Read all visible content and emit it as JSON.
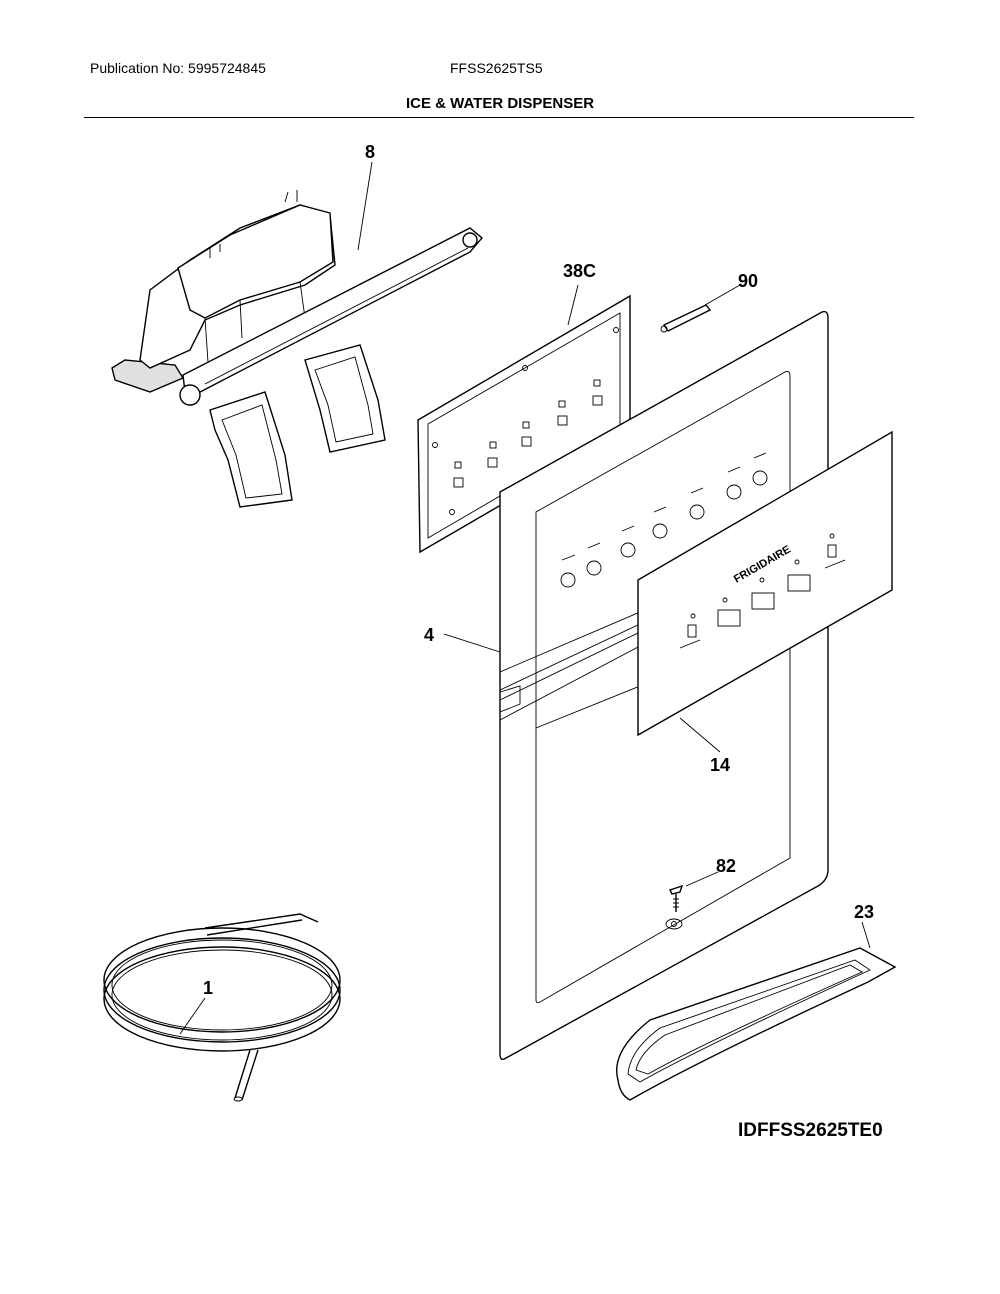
{
  "header": {
    "publication": "Publication No: 5995724845",
    "model": "FFSS2625TS5",
    "title": "ICE & WATER DISPENSER"
  },
  "callouts": {
    "p8": "8",
    "p38c": "38C",
    "p90": "90",
    "p4": "4",
    "p14": "14",
    "p82": "82",
    "p23": "23",
    "p1": "1"
  },
  "panel_brand": "FRIGIDAIRE",
  "diagram_id": "IDFFSS2625TE0"
}
